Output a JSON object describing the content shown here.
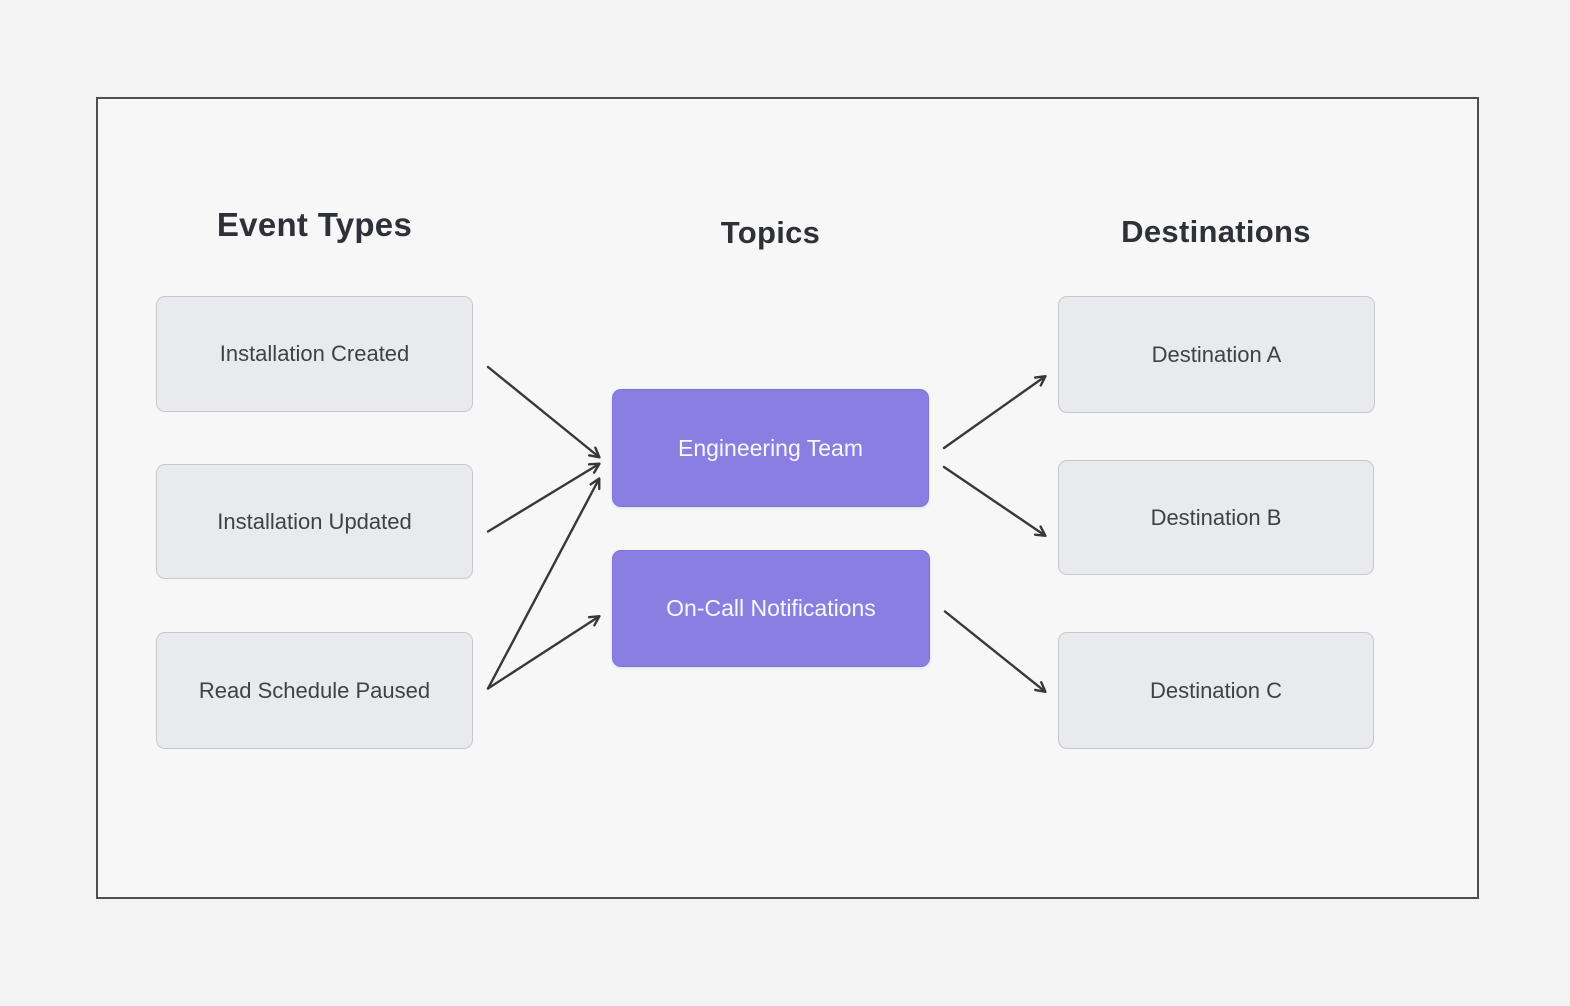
{
  "diagram": {
    "columns": [
      {
        "id": "event-types",
        "title": "Event Types"
      },
      {
        "id": "topics",
        "title": "Topics"
      },
      {
        "id": "destinations",
        "title": "Destinations"
      }
    ],
    "nodes": [
      {
        "id": "installation-created",
        "label": "Installation Created",
        "column": "event-types",
        "variant": "gray"
      },
      {
        "id": "installation-updated",
        "label": "Installation Updated",
        "column": "event-types",
        "variant": "gray"
      },
      {
        "id": "read-schedule-paused",
        "label": "Read Schedule Paused",
        "column": "event-types",
        "variant": "gray"
      },
      {
        "id": "engineering-team",
        "label": "Engineering Team",
        "column": "topics",
        "variant": "purple"
      },
      {
        "id": "on-call-notifications",
        "label": "On-Call Notifications",
        "column": "topics",
        "variant": "purple"
      },
      {
        "id": "destination-a",
        "label": "Destination A",
        "column": "destinations",
        "variant": "gray"
      },
      {
        "id": "destination-b",
        "label": "Destination B",
        "column": "destinations",
        "variant": "gray"
      },
      {
        "id": "destination-c",
        "label": "Destination C",
        "column": "destinations",
        "variant": "gray"
      }
    ],
    "arrows": [
      {
        "from": "installation-created",
        "to": "engineering-team"
      },
      {
        "from": "installation-updated",
        "to": "engineering-team"
      },
      {
        "from": "read-schedule-paused",
        "to": "engineering-team"
      },
      {
        "from": "read-schedule-paused",
        "to": "on-call-notifications"
      },
      {
        "from": "engineering-team",
        "to": "destination-a"
      },
      {
        "from": "engineering-team",
        "to": "destination-b"
      },
      {
        "from": "on-call-notifications",
        "to": "destination-c"
      }
    ],
    "colors": {
      "background": "#f3f3f4",
      "frame_background": "#f7f7f8",
      "frame_border": "#4f4f4f",
      "node_fill": "#e9eaee",
      "node_border": "#c7c9cd",
      "node_text": "#3e4247",
      "topic_fill": "#8b7ee2",
      "topic_text": "#f8f8ff",
      "header_text": "#2e3138",
      "arrow": "#36383b"
    }
  }
}
